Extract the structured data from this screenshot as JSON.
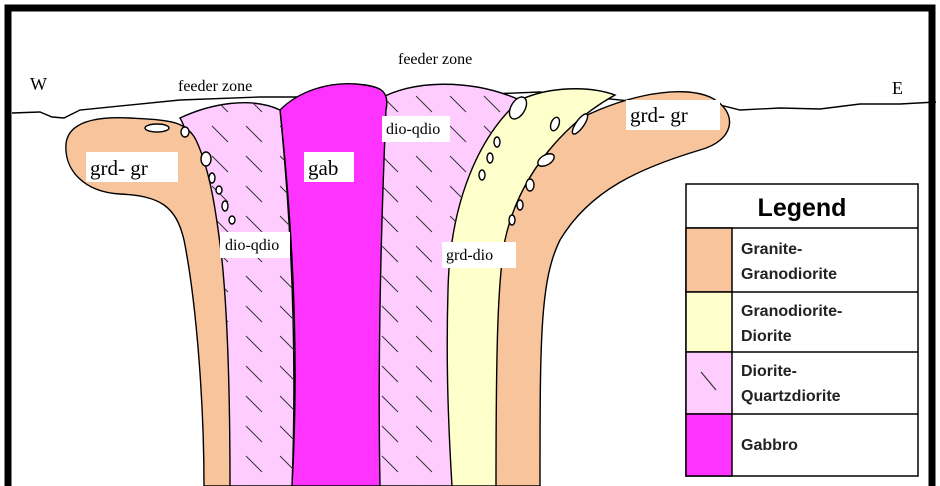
{
  "colors": {
    "granite_granodiorite": "#f8c49c",
    "granodiorite_diorite": "#ffffcc",
    "diorite_quartzdiorite": "#ffccff",
    "gabbro": "#ff33ff",
    "border": "#000000"
  },
  "directions": {
    "west": "W",
    "east": "E"
  },
  "labels": {
    "feeder_zone_left": "feeder zone",
    "feeder_zone_top": "feeder zone",
    "grd_gr_left": "grd- gr",
    "grd_gr_right": "grd- gr",
    "gab": "gab",
    "dio_qdio_upper": "dio-qdio",
    "dio_qdio_lower": "dio-qdio",
    "grd_dio": "grd-dio"
  },
  "legend": {
    "title": "Legend",
    "items": [
      {
        "label_line1": "Granite-",
        "label_line2": "Granodiorite",
        "swatch": "granite_granodiorite"
      },
      {
        "label_line1": "Granodiorite-",
        "label_line2": "Diorite",
        "swatch": "granodiorite_diorite"
      },
      {
        "label_line1": "Diorite-",
        "label_line2": "Quartzdiorite",
        "swatch": "diorite_quartzdiorite",
        "hatched": true
      },
      {
        "label_line1": "Gabbro",
        "label_line2": "",
        "swatch": "gabbro"
      }
    ]
  }
}
